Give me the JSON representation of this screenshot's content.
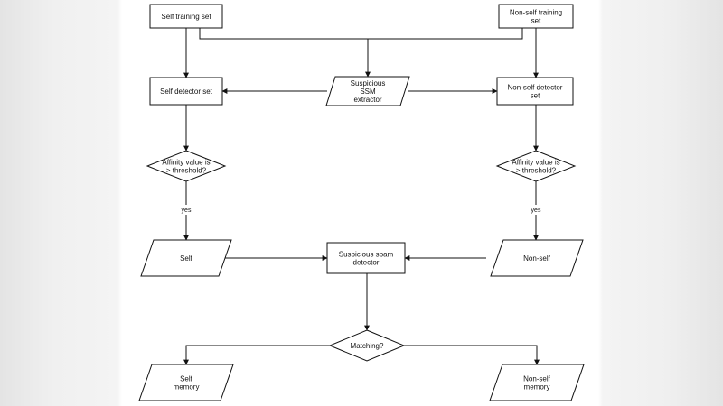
{
  "diagram": {
    "nodes": [
      {
        "id": "self_training",
        "shape": "rect",
        "lines": [
          "Self training set"
        ]
      },
      {
        "id": "nonself_training",
        "shape": "rect",
        "lines": [
          "Non-self training",
          "set"
        ]
      },
      {
        "id": "ssm_extractor",
        "shape": "parallelogram",
        "lines": [
          "Suspicious",
          "SSM",
          "extractor"
        ]
      },
      {
        "id": "self_detector",
        "shape": "rect",
        "lines": [
          "Self detector set"
        ]
      },
      {
        "id": "nonself_detector",
        "shape": "rect",
        "lines": [
          "Non-self detector",
          "set"
        ]
      },
      {
        "id": "affinity_left",
        "shape": "diamond",
        "lines": [
          "Affinity value is",
          "> threshold?"
        ]
      },
      {
        "id": "affinity_right",
        "shape": "diamond",
        "lines": [
          "Affinity value is",
          "> threshold?"
        ]
      },
      {
        "id": "self",
        "shape": "parallelogram",
        "lines": [
          "Self"
        ]
      },
      {
        "id": "nonself",
        "shape": "parallelogram",
        "lines": [
          "Non-self"
        ]
      },
      {
        "id": "spam_detector",
        "shape": "rect",
        "lines": [
          "Suspicious spam",
          "detector"
        ]
      },
      {
        "id": "matching",
        "shape": "diamond",
        "lines": [
          "Matching?"
        ]
      },
      {
        "id": "self_memory",
        "shape": "parallelogram",
        "lines": [
          "Self",
          "memory"
        ]
      },
      {
        "id": "nonself_memory",
        "shape": "parallelogram",
        "lines": [
          "Non-self",
          "memory"
        ]
      }
    ],
    "edges": [
      {
        "id": "e1",
        "from": "self_training",
        "to": "self_detector"
      },
      {
        "id": "e2",
        "from": "nonself_training",
        "to": "nonself_detector"
      },
      {
        "id": "e3",
        "from": "self_training",
        "to": "nonself_training",
        "note": "connector"
      },
      {
        "id": "e4",
        "from": "connector",
        "to": "ssm_extractor"
      },
      {
        "id": "e5",
        "from": "ssm_extractor",
        "to": "self_detector"
      },
      {
        "id": "e6",
        "from": "ssm_extractor",
        "to": "nonself_detector"
      },
      {
        "id": "e7",
        "from": "self_detector",
        "to": "affinity_left"
      },
      {
        "id": "e8",
        "from": "nonself_detector",
        "to": "affinity_right"
      },
      {
        "id": "e9",
        "from": "affinity_left",
        "to": "self",
        "label": "yes"
      },
      {
        "id": "e10",
        "from": "affinity_right",
        "to": "nonself",
        "label": "yes"
      },
      {
        "id": "e11",
        "from": "self",
        "to": "spam_detector"
      },
      {
        "id": "e12",
        "from": "nonself",
        "to": "spam_detector"
      },
      {
        "id": "e13",
        "from": "spam_detector",
        "to": "matching"
      },
      {
        "id": "e14",
        "from": "matching",
        "to": "self_memory"
      },
      {
        "id": "e15",
        "from": "matching",
        "to": "nonself_memory"
      }
    ]
  }
}
